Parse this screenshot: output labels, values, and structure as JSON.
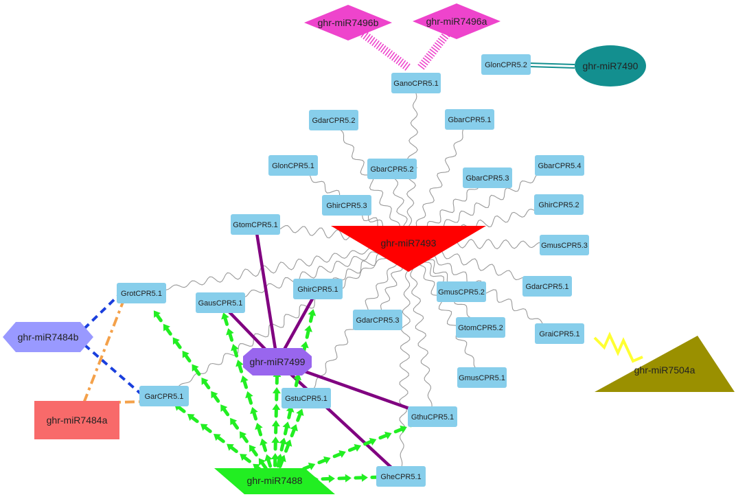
{
  "colors": {
    "cpr_fill": "#87ceeb",
    "wavy_edge": "#999999",
    "mir7493": "#ff0000",
    "mir7499": "#9966ee",
    "mir7499_edges": "#800080",
    "mir7488": "#22ee22",
    "mir7484b": "#9999ff",
    "mir7484b_edges": "#1a3fdd",
    "mir7484a": "#f86a6a",
    "mir7484a_edges": "#f4a14a",
    "mir7496": "#ee44cc",
    "mir7490": "#138f8f",
    "mir7504a": "#9a9000",
    "mir7504a_edge": "#ffff33"
  },
  "cpr_nodes": [
    {
      "id": "GanoCPR5.1",
      "label": "GanoCPR5.1"
    },
    {
      "id": "GlonCPR5.2",
      "label": "GlonCPR5.2"
    },
    {
      "id": "GdarCPR5.2",
      "label": "GdarCPR5.2"
    },
    {
      "id": "GbarCPR5.1",
      "label": "GbarCPR5.1"
    },
    {
      "id": "GlonCPR5.1",
      "label": "GlonCPR5.1"
    },
    {
      "id": "GbarCPR5.2",
      "label": "GbarCPR5.2"
    },
    {
      "id": "GbarCPR5.3",
      "label": "GbarCPR5.3"
    },
    {
      "id": "GbarCPR5.4",
      "label": "GbarCPR5.4"
    },
    {
      "id": "GhirCPR5.3",
      "label": "GhirCPR5.3"
    },
    {
      "id": "GhirCPR5.2",
      "label": "GhirCPR5.2"
    },
    {
      "id": "GtomCPR5.1",
      "label": "GtomCPR5.1"
    },
    {
      "id": "GmusCPR5.3",
      "label": "GmusCPR5.3"
    },
    {
      "id": "GrotCPR5.1",
      "label": "GrotCPR5.1"
    },
    {
      "id": "GhirCPR5.1",
      "label": "GhirCPR5.1"
    },
    {
      "id": "GdarCPR5.1",
      "label": "GdarCPR5.1"
    },
    {
      "id": "GausCPR5.1",
      "label": "GausCPR5.1"
    },
    {
      "id": "GmusCPR5.2",
      "label": "GmusCPR5.2"
    },
    {
      "id": "GdarCPR5.3",
      "label": "GdarCPR5.3"
    },
    {
      "id": "GtomCPR5.2",
      "label": "GtomCPR5.2"
    },
    {
      "id": "GraiCPR5.1",
      "label": "GraiCPR5.1"
    },
    {
      "id": "GmusCPR5.1",
      "label": "GmusCPR5.1"
    },
    {
      "id": "GarCPR5.1",
      "label": "GarCPR5.1"
    },
    {
      "id": "GstuCPR5.1",
      "label": "GstuCPR5.1"
    },
    {
      "id": "GthuCPR5.1",
      "label": "GthuCPR5.1"
    },
    {
      "id": "GheCPR5.1",
      "label": "GheCPR5.1"
    }
  ],
  "mirna_nodes": [
    {
      "id": "ghr-miR7496b",
      "label": "ghr-miR7496b",
      "shape": "diamond"
    },
    {
      "id": "ghr-miR7496a",
      "label": "ghr-miR7496a",
      "shape": "diamond"
    },
    {
      "id": "ghr-miR7490",
      "label": "ghr-miR7490",
      "shape": "ellipse"
    },
    {
      "id": "ghr-miR7493",
      "label": "ghr-miR7493",
      "shape": "inverted-triangle"
    },
    {
      "id": "ghr-miR7484b",
      "label": "ghr-miR7484b",
      "shape": "hexagon"
    },
    {
      "id": "ghr-miR7499",
      "label": "ghr-miR7499",
      "shape": "octagon"
    },
    {
      "id": "ghr-miR7484a",
      "label": "ghr-miR7484a",
      "shape": "rectangle"
    },
    {
      "id": "ghr-miR7504a",
      "label": "ghr-miR7504a",
      "shape": "triangle"
    },
    {
      "id": "ghr-miR7488",
      "label": "ghr-miR7488",
      "shape": "parallelogram"
    }
  ],
  "edges": [
    {
      "source": "ghr-miR7496b",
      "target": "GanoCPR5.1",
      "style": "hatched"
    },
    {
      "source": "ghr-miR7496a",
      "target": "GanoCPR5.1",
      "style": "hatched"
    },
    {
      "source": "ghr-miR7490",
      "target": "GlonCPR5.2",
      "style": "double"
    },
    {
      "source": "ghr-miR7493",
      "target": "GanoCPR5.1",
      "style": "wavy"
    },
    {
      "source": "ghr-miR7493",
      "target": "GdarCPR5.2",
      "style": "wavy"
    },
    {
      "source": "ghr-miR7493",
      "target": "GbarCPR5.1",
      "style": "wavy"
    },
    {
      "source": "ghr-miR7493",
      "target": "GlonCPR5.1",
      "style": "wavy"
    },
    {
      "source": "ghr-miR7493",
      "target": "GbarCPR5.2",
      "style": "wavy"
    },
    {
      "source": "ghr-miR7493",
      "target": "GbarCPR5.3",
      "style": "wavy"
    },
    {
      "source": "ghr-miR7493",
      "target": "GbarCPR5.4",
      "style": "wavy"
    },
    {
      "source": "ghr-miR7493",
      "target": "GhirCPR5.3",
      "style": "wavy"
    },
    {
      "source": "ghr-miR7493",
      "target": "GhirCPR5.2",
      "style": "wavy"
    },
    {
      "source": "ghr-miR7493",
      "target": "GtomCPR5.1",
      "style": "wavy"
    },
    {
      "source": "ghr-miR7493",
      "target": "GmusCPR5.3",
      "style": "wavy"
    },
    {
      "source": "ghr-miR7493",
      "target": "GrotCPR5.1",
      "style": "wavy"
    },
    {
      "source": "ghr-miR7493",
      "target": "GhirCPR5.1",
      "style": "wavy"
    },
    {
      "source": "ghr-miR7493",
      "target": "GdarCPR5.1",
      "style": "wavy"
    },
    {
      "source": "ghr-miR7493",
      "target": "GausCPR5.1",
      "style": "wavy"
    },
    {
      "source": "ghr-miR7493",
      "target": "GmusCPR5.2",
      "style": "wavy"
    },
    {
      "source": "ghr-miR7493",
      "target": "GdarCPR5.3",
      "style": "wavy"
    },
    {
      "source": "ghr-miR7493",
      "target": "GtomCPR5.2",
      "style": "wavy"
    },
    {
      "source": "ghr-miR7493",
      "target": "GraiCPR5.1",
      "style": "wavy"
    },
    {
      "source": "ghr-miR7493",
      "target": "GmusCPR5.1",
      "style": "wavy"
    },
    {
      "source": "ghr-miR7493",
      "target": "GarCPR5.1",
      "style": "wavy"
    },
    {
      "source": "ghr-miR7493",
      "target": "GstuCPR5.1",
      "style": "wavy"
    },
    {
      "source": "ghr-miR7493",
      "target": "GthuCPR5.1",
      "style": "wavy"
    },
    {
      "source": "ghr-miR7493",
      "target": "GheCPR5.1",
      "style": "wavy"
    },
    {
      "source": "ghr-miR7499",
      "target": "GtomCPR5.1",
      "style": "solid-purple"
    },
    {
      "source": "ghr-miR7499",
      "target": "GausCPR5.1",
      "style": "solid-purple"
    },
    {
      "source": "ghr-miR7499",
      "target": "GhirCPR5.1",
      "style": "solid-purple"
    },
    {
      "source": "ghr-miR7499",
      "target": "GthuCPR5.1",
      "style": "solid-purple"
    },
    {
      "source": "ghr-miR7499",
      "target": "GheCPR5.1",
      "style": "solid-purple"
    },
    {
      "source": "ghr-miR7484b",
      "target": "GrotCPR5.1",
      "style": "dashed-blue"
    },
    {
      "source": "ghr-miR7484b",
      "target": "GarCPR5.1",
      "style": "dashed-blue"
    },
    {
      "source": "ghr-miR7484a",
      "target": "GrotCPR5.1",
      "style": "dashdot-orange"
    },
    {
      "source": "ghr-miR7484a",
      "target": "GarCPR5.1",
      "style": "dashdot-orange"
    },
    {
      "source": "ghr-miR7504a",
      "target": "GraiCPR5.1",
      "style": "zigzag-yellow"
    },
    {
      "source": "ghr-miR7488",
      "target": "GrotCPR5.1",
      "style": "arrow-green"
    },
    {
      "source": "ghr-miR7488",
      "target": "GausCPR5.1",
      "style": "arrow-green"
    },
    {
      "source": "ghr-miR7488",
      "target": "GhirCPR5.1",
      "style": "arrow-green"
    },
    {
      "source": "ghr-miR7488",
      "target": "GarCPR5.1",
      "style": "arrow-green"
    },
    {
      "source": "ghr-miR7488",
      "target": "GstuCPR5.1",
      "style": "arrow-green"
    },
    {
      "source": "ghr-miR7488",
      "target": "GthuCPR5.1",
      "style": "arrow-green"
    },
    {
      "source": "ghr-miR7488",
      "target": "GheCPR5.1",
      "style": "arrow-green"
    },
    {
      "source": "ghr-miR7488",
      "target": "ghr-miR7499",
      "style": "arrow-green"
    }
  ]
}
